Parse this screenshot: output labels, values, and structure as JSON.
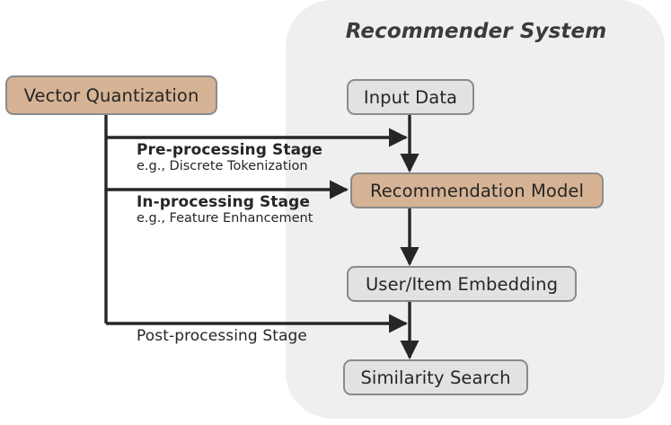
{
  "panel": {
    "title": "Recommender System",
    "background_color": "#efefef"
  },
  "colors": {
    "tan_fill": "#d6b394",
    "grey_fill": "#e2e2e2",
    "border": "#8a8a8a",
    "line": "#262626",
    "text": "#262626",
    "page_background": "#ffffff"
  },
  "nodes": {
    "vector_quantization": {
      "label": "Vector Quantization",
      "style": "tan"
    },
    "input_data": {
      "label": "Input Data",
      "style": "grey"
    },
    "recommendation_model": {
      "label": "Recommendation Model",
      "style": "tan"
    },
    "user_item_embedding": {
      "label": "User/Item Embedding",
      "style": "grey"
    },
    "similarity_search": {
      "label": "Similarity Search",
      "style": "grey"
    }
  },
  "edge_labels": {
    "pre_processing": {
      "primary": "Pre-processing Stage",
      "secondary": "e.g., Discrete Tokenization",
      "primary_bold": true
    },
    "in_processing": {
      "primary": "In-processing Stage",
      "secondary": "e.g., Feature Enhancement",
      "primary_bold": true
    },
    "post_processing": {
      "primary": "Post-processing Stage",
      "secondary": "",
      "primary_bold": false
    }
  },
  "flow": {
    "description": "Vector Quantization feeds the recommender pipeline at three stages; the pipeline runs Input Data to Recommendation Model to User/Item Embedding to Similarity Search.",
    "main_chain": [
      "Input Data",
      "Recommendation Model",
      "User/Item Embedding",
      "Similarity Search"
    ],
    "branches": [
      {
        "from": "Vector Quantization",
        "stage": "Pre-processing Stage",
        "to": "Input Data to Recommendation Model link"
      },
      {
        "from": "Vector Quantization",
        "stage": "In-processing Stage",
        "to": "Recommendation Model"
      },
      {
        "from": "Vector Quantization",
        "stage": "Post-processing Stage",
        "to": "User/Item Embedding to Similarity Search link"
      }
    ]
  }
}
